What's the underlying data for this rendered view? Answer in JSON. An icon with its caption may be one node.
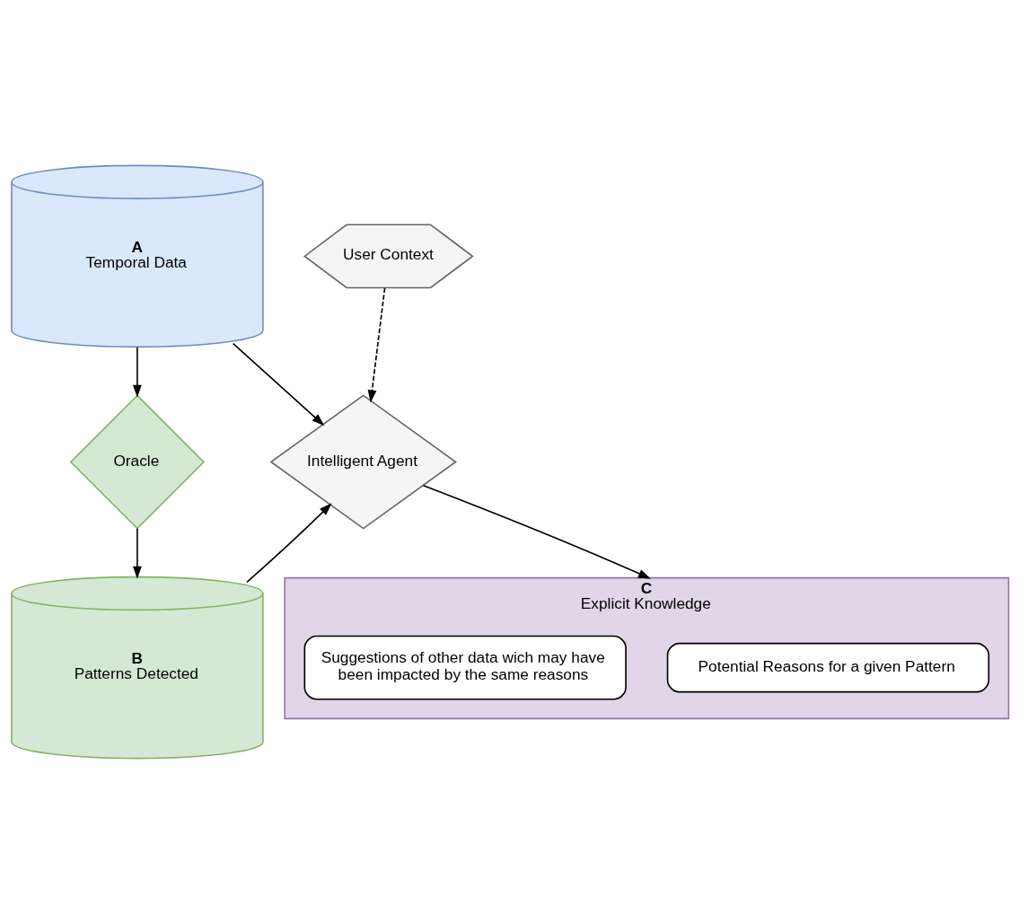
{
  "diagram": {
    "nodes": [
      {
        "text": [
          "A",
          "Temporal Data"
        ]
      },
      {
        "text": [
          "User Context"
        ]
      },
      {
        "text": [
          "Oracle"
        ]
      },
      {
        "text": [
          "Intelligent Agent"
        ]
      },
      {
        "text": [
          "C",
          "Explicit Knowledge"
        ]
      },
      {
        "text": [
          "Potential Reasons for a given Pattern"
        ],
        "in": 4
      },
      {
        "text": [
          "Suggestions of other data wich may have been impacted by the same reasons"
        ],
        "in": 4
      },
      {
        "text": [
          "B",
          "Patterns Detected"
        ]
      }
    ],
    "edges": [
      {
        "from": 0,
        "to": 2,
        "arrow": "to"
      },
      {
        "from": 0,
        "to": 3,
        "arrow": "to"
      },
      {
        "from": 1,
        "to": 3,
        "arrow": "to",
        "style": "dashed"
      },
      {
        "from": 3,
        "to": 4,
        "arrow": "to"
      },
      {
        "from": 2,
        "to": 7,
        "arrow": "to"
      },
      {
        "from": 7,
        "to": 3,
        "arrow": "to"
      }
    ]
  }
}
